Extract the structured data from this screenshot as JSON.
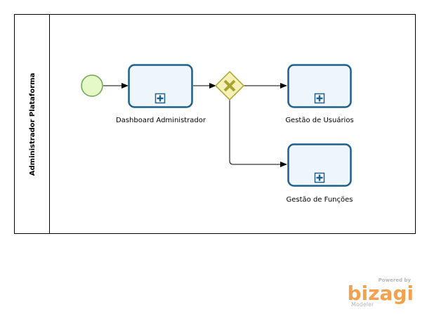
{
  "pool": {
    "lane_label": "Administrador Plataforma"
  },
  "tasks": [
    {
      "id": "dashboard",
      "label": "Dashboard Administrador",
      "subprocess": true
    },
    {
      "id": "usuarios",
      "label": "Gestão de Usuários",
      "subprocess": true
    },
    {
      "id": "funcoes",
      "label": "Gestão de Funções",
      "subprocess": true
    }
  ],
  "start_event": {
    "type": "start"
  },
  "gateway": {
    "type": "exclusive",
    "icon": "x-icon"
  },
  "colors": {
    "start_fill": "#e6f7c8",
    "start_stroke": "#6aa84f",
    "task_fill": "#eef5fb",
    "task_stroke": "#1f5f8b",
    "gateway_fill": "#f5f0b5",
    "gateway_stroke": "#a8a232",
    "gateway_mark": "#a8a232",
    "edge": "#000000",
    "brand_orange": "#f2a14e",
    "brand_grey": "#b7b7b7"
  },
  "branding": {
    "powered_by": "Powered by",
    "name": "bizagi",
    "product": "Modeler"
  }
}
